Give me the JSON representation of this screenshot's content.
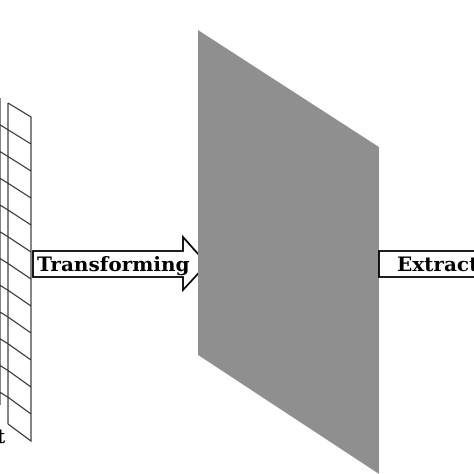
{
  "diagram": {
    "arrow_left_label": "Transforming",
    "arrow_right_label": "Extract",
    "partial_left_char": "t",
    "colors": {
      "plane_fill": "#8f8f8f",
      "grid_stroke": "#333333",
      "arrow_fill": "#ffffff",
      "arrow_stroke": "#000000",
      "text": "#000000"
    }
  }
}
